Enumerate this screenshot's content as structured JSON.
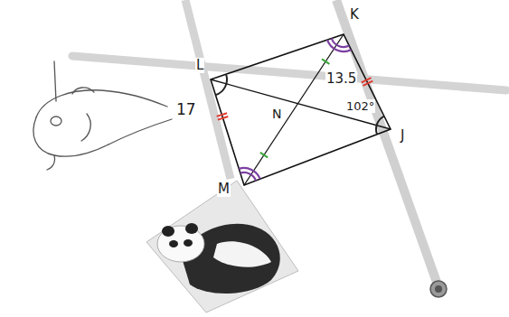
{
  "diagram": {
    "labels": [
      "L",
      "K",
      "J",
      "M",
      "N",
      "17",
      "13.5",
      "102°"
    ]
  }
}
